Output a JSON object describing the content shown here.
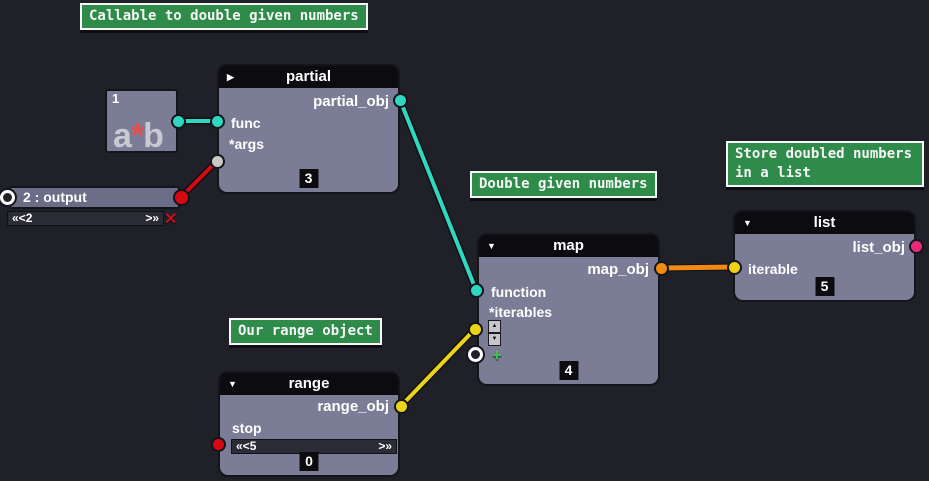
{
  "colors": {
    "background": "#1f2028",
    "node_body": "#7b7d97",
    "node_titlebar": "#0c0c10",
    "comment_green": "#2e8b4a",
    "wire_cyan": "#2fd7c0",
    "wire_red": "#d60812",
    "wire_yellow": "#ecd414",
    "wire_orange": "#f08a12",
    "port_pink": "#e92a78",
    "port_gray": "#c9c9c9",
    "expr_star_red": "#e05050"
  },
  "icons": {
    "collapsed": "▶",
    "expanded": "▼",
    "spin_up": "▲",
    "spin_down": "▼",
    "add": "+",
    "close": "✕"
  },
  "comments": {
    "callable": "Callable to double given numbers",
    "double": "Double given numbers",
    "range": "Our range object",
    "store": "Store doubled numbers in a list"
  },
  "nodes": {
    "expr": {
      "number": "1",
      "left": "a",
      "op": "*",
      "right": "b"
    },
    "partial": {
      "title": "partial",
      "output": "partial_obj",
      "in1": "func",
      "in2": "*args",
      "badge": "3"
    },
    "map": {
      "title": "map",
      "output": "map_obj",
      "in1": "function",
      "in2": "*iterables",
      "badge": "4"
    },
    "range": {
      "title": "range",
      "output": "range_obj",
      "in1": "stop",
      "badge": "0",
      "slider": {
        "left": "«<",
        "value": "5",
        "right": ">»"
      }
    },
    "list": {
      "title": "list",
      "output": "list_obj",
      "in1": "iterable",
      "badge": "5"
    }
  },
  "output_widget": {
    "label": "2 : output",
    "slider": {
      "left": "«<",
      "value": "2",
      "right": ">»"
    },
    "close": "✕"
  },
  "wires": [
    {
      "from": "expr.result",
      "to": "partial.func",
      "color": "#2fd7c0"
    },
    {
      "from": "output_widget",
      "to": "partial.*args",
      "color": "#d60812"
    },
    {
      "from": "partial.partial_obj",
      "to": "map.function",
      "color": "#2fd7c0"
    },
    {
      "from": "range.range_obj",
      "to": "map.*iterables",
      "color": "#ecd414"
    },
    {
      "from": "map.map_obj",
      "to": "list.iterable",
      "color": "#f08a12"
    }
  ]
}
